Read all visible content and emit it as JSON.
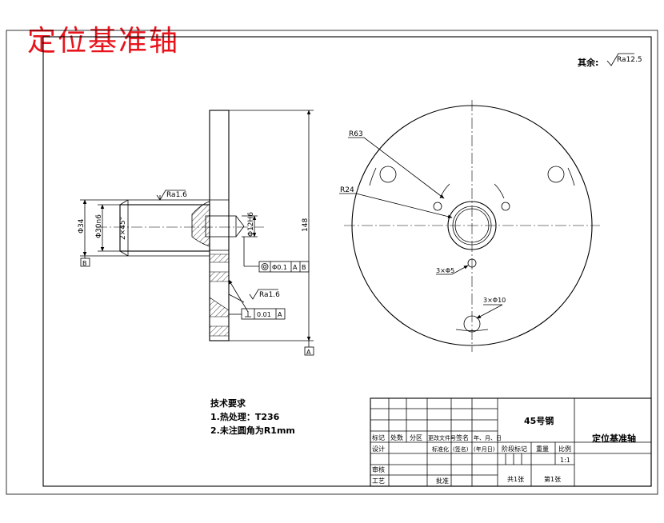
{
  "title": "定位基准轴",
  "roughness_note": {
    "label": "其余:",
    "value": "Ra12.5"
  },
  "side_view": {
    "dim_overall_dia": "Φ34",
    "dim_shaft_dia": "Φ30n6",
    "dim_chamfer": "2×45°",
    "dim_hole_dia": "Φ12H6",
    "dim_length": "148",
    "roughness_top": "Ra1.6",
    "roughness_face": "Ra1.6",
    "datum_b": "B",
    "datum_a": "A",
    "concentricity_tol": "Φ0.1",
    "concentricity_ref_a": "A",
    "concentricity_ref_b": "B",
    "perpendicularity_tol": "0.01",
    "perpendicularity_ref": "A"
  },
  "front_view": {
    "radius_outer": "R63",
    "radius_inner": "R24",
    "holes_small": "3×Φ5",
    "holes_large": "3×Φ10"
  },
  "tech_requirements": {
    "heading": "技术要求",
    "items": [
      "1.热处理：T236",
      "2.未注圆角为R1mm"
    ]
  },
  "title_block": {
    "material": "45号钢",
    "part_name": "定位基准轴",
    "headers_row1": [
      "标记",
      "处数",
      "分区",
      "更改文件号",
      "签名",
      "年、月、日"
    ],
    "headers_row2": [
      "设计",
      "标准化",
      "(签名)",
      "(年月日)"
    ],
    "stage_label": "阶段标记",
    "weight_label": "重量",
    "scale_label": "比例",
    "scale_value": "1:1",
    "review_label": "审核",
    "process_label": "工艺",
    "approve_label": "批准",
    "sheets_total": "共1张",
    "sheet_no": "第1张"
  }
}
